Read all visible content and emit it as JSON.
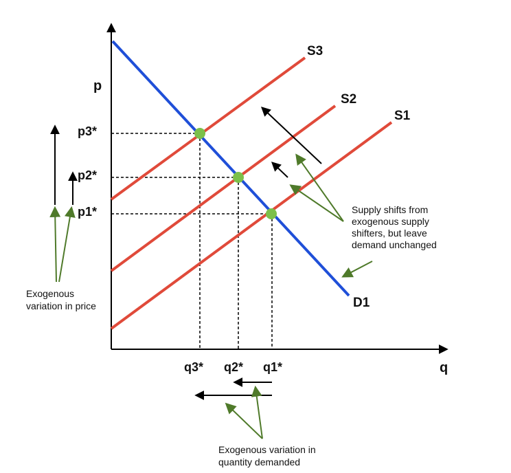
{
  "axes": {
    "y_label": "p",
    "x_label": "q"
  },
  "curves": {
    "demand_label": "D1",
    "supply_labels": [
      "S1",
      "S2",
      "S3"
    ]
  },
  "prices": [
    "p1*",
    "p2*",
    "p3*"
  ],
  "quantities": [
    "q1*",
    "q2*",
    "q3*"
  ],
  "annotations": {
    "supply_note": [
      "Supply shifts from",
      "exogenous supply",
      "shifters, but leave",
      "demand unchanged"
    ],
    "price_note": [
      "Exogenous",
      "variation in price"
    ],
    "quantity_note": [
      "Exogenous variation in",
      "quantity demanded"
    ]
  },
  "colors": {
    "demand": "#1f4fd8",
    "supply": "#e04a3a",
    "equilibrium": "#7cc04a",
    "annotation_arrow": "#4f7a2a",
    "axis": "#000000"
  }
}
